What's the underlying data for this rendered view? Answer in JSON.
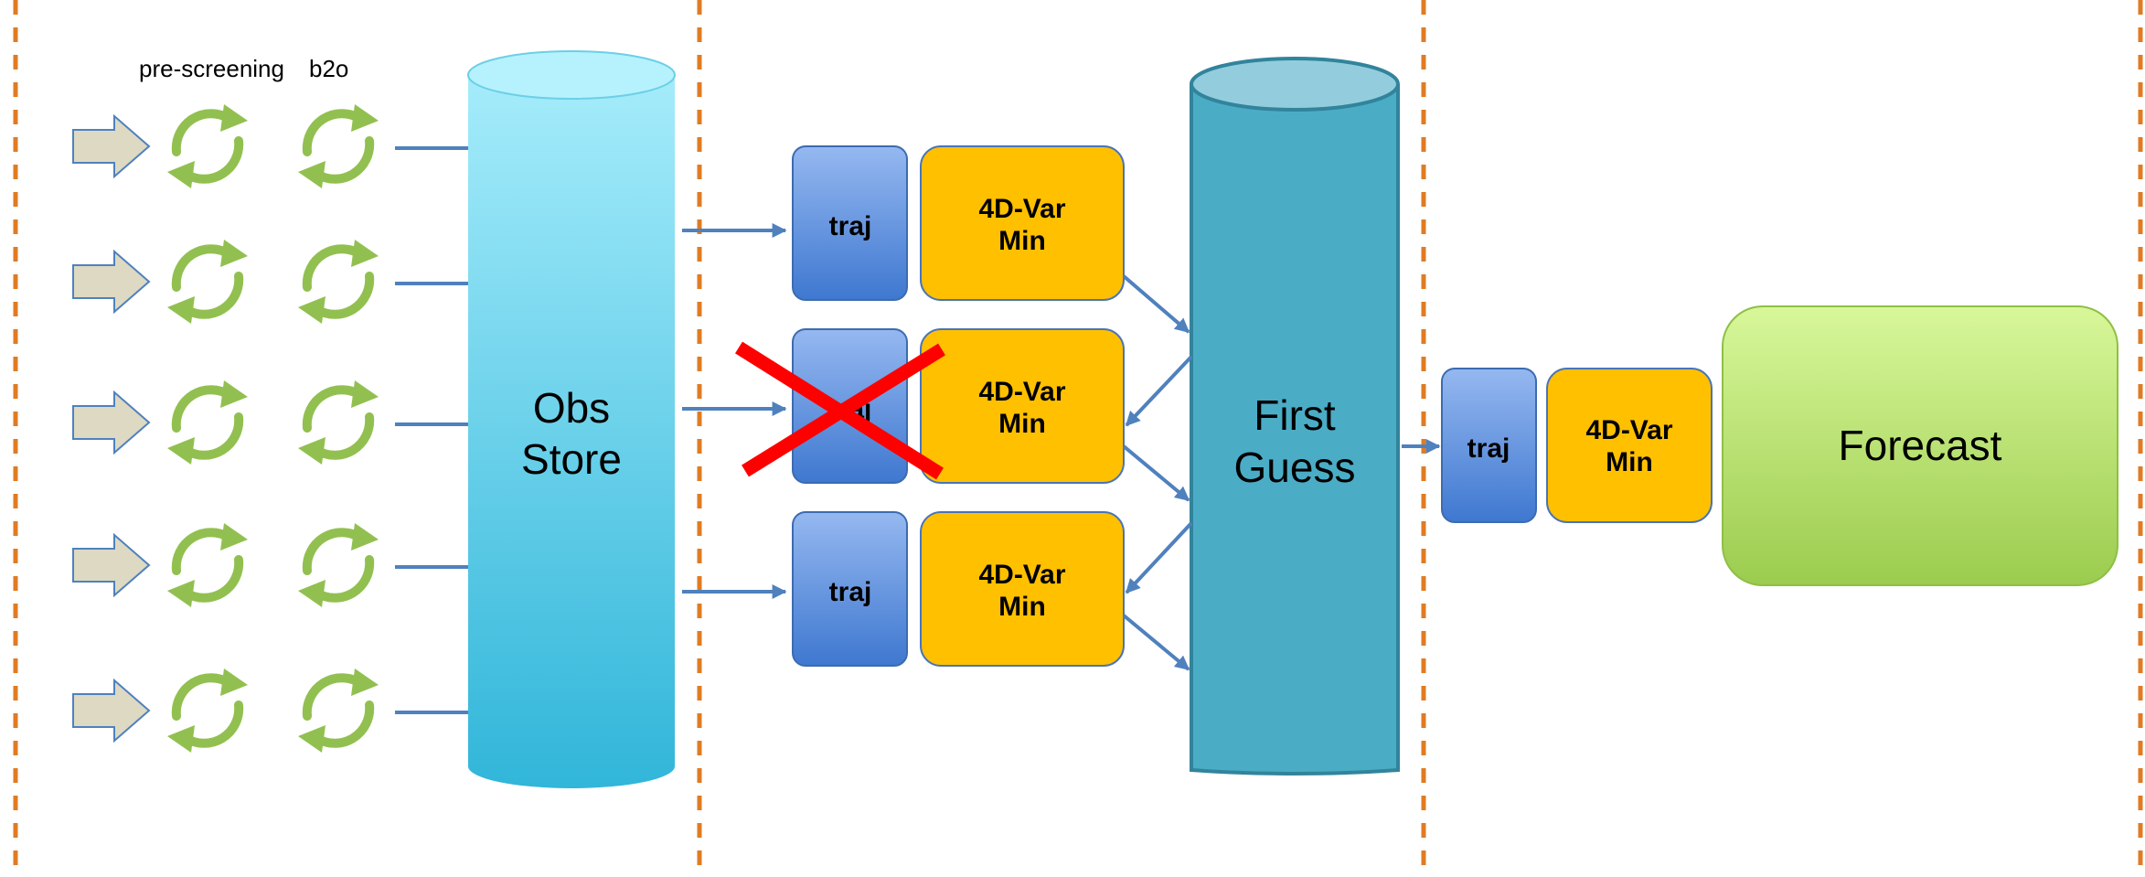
{
  "labels": {
    "prescreening": "pre-screening",
    "b2o": "b2o",
    "obs_store_line1": "Obs",
    "obs_store_line2": "Store",
    "first_guess_line1": "First",
    "first_guess_line2": "Guess",
    "forecast": "Forecast"
  },
  "rows": [
    {
      "traj": "traj",
      "min_line1": "4D-Var",
      "min_line2": "Min",
      "failed": false
    },
    {
      "traj": "traj",
      "min_line1": "4D-Var",
      "min_line2": "Min",
      "failed": true
    },
    {
      "traj": "traj",
      "min_line1": "4D-Var",
      "min_line2": "Min",
      "failed": false
    }
  ],
  "final": {
    "traj": "traj",
    "min_line1": "4D-Var",
    "min_line2": "Min"
  },
  "colors": {
    "divider": "#e07b22",
    "arrow": "#4f81bd",
    "input_arrow_fill": "#ddd9c3",
    "input_arrow_stroke": "#4f81bd",
    "cycle": "#92c050",
    "obs_store_top": "#a5ecfb",
    "obs_store_bottom": "#31b6d9",
    "first_guess": "#4bacc6",
    "first_guess_top": "#93cddd",
    "first_guess_stroke": "#31849b",
    "traj_top": "#95b8f0",
    "traj_bottom": "#3f78d0",
    "min_fill": "#ffc000",
    "forecast_top": "#d8f79a",
    "forecast_bottom": "#9bcc4e",
    "cross": "#ff0000"
  },
  "icons": [
    "input-arrow-icon",
    "cycle-icon",
    "cross-icon"
  ]
}
